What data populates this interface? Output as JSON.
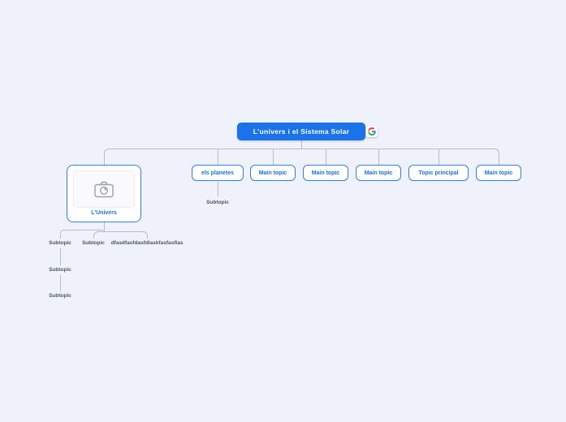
{
  "canvas": {
    "background_color": "#f0f2fb",
    "line_color": "#b8bcc6",
    "accent_blue": "#1a73e8"
  },
  "root_node": {
    "label": "L'univers i el Sistema Solar",
    "fill_color": "#1a73e8",
    "attachment_icon": "google-logo-icon"
  },
  "image_node": {
    "label": "L'Univers",
    "placeholder_icon": "camera-icon"
  },
  "main_topics": [
    {
      "label": "els planetes"
    },
    {
      "label": "Main topic"
    },
    {
      "label": "Main topic"
    },
    {
      "label": "Main topic"
    },
    {
      "label": "Topic principal"
    },
    {
      "label": "Main topic"
    }
  ],
  "image_node_subtopics": [
    "Subtopic",
    "Subtopic",
    "dfasdfasfdasfdlaskfasfasflas"
  ],
  "subtopic_chain": [
    "Subtopic",
    "Subtopic"
  ],
  "els_planetes_subtopics": [
    "Subtopic"
  ]
}
